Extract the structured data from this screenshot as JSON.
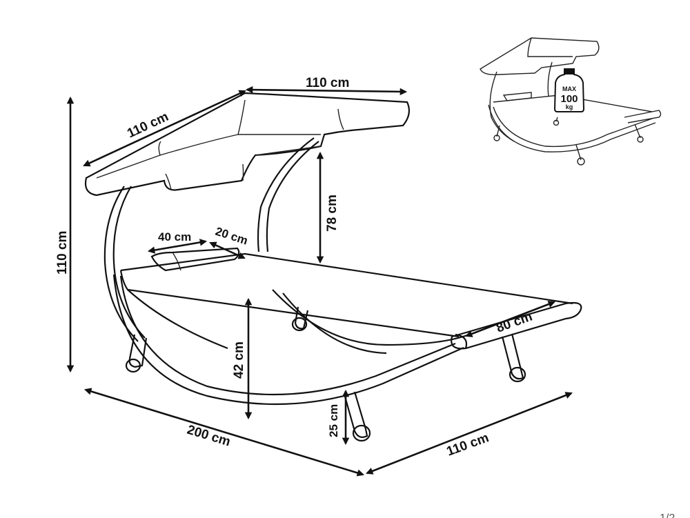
{
  "dimensions": {
    "canopy_depth": "110 cm",
    "canopy_width": "110 cm",
    "total_height": "110 cm",
    "canopy_clearance": "78 cm",
    "pillow_length": "40 cm",
    "pillow_width": "20 cm",
    "bed_width": "80 cm",
    "seat_height": "42 cm",
    "leg_height": "25 cm",
    "total_length": "200 cm",
    "total_width": "110 cm"
  },
  "weight_badge": {
    "max_label": "MAX",
    "value": "100",
    "unit": "kg"
  },
  "page_number": "1/2"
}
